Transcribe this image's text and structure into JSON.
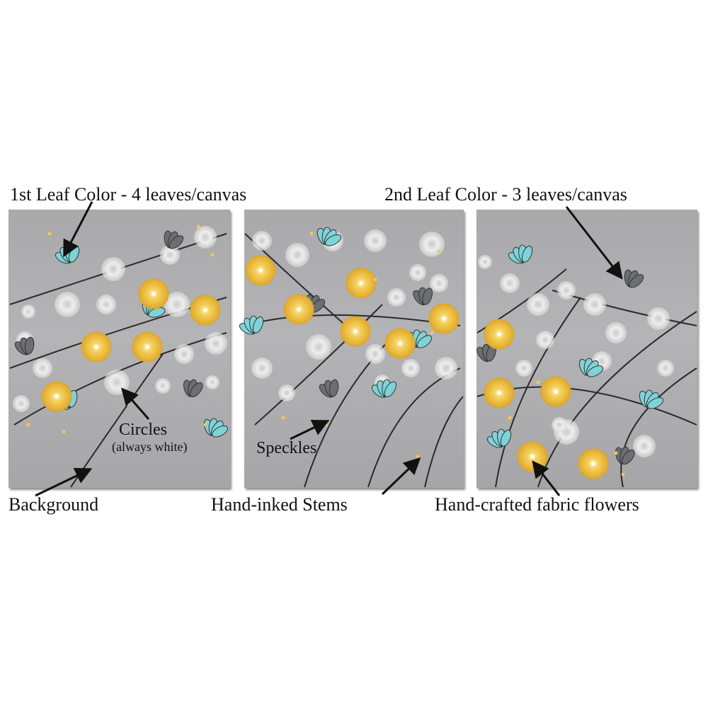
{
  "annotations": {
    "leaf1": "1st Leaf Color - 4 leaves/canvas",
    "leaf2": "2nd Leaf Color - 3 leaves/canvas",
    "circles": "Circles",
    "circles_note": "(always white)",
    "speckles": "Speckles",
    "background": "Background",
    "stems": "Hand-inked Stems",
    "flowers": "Hand-crafted fabric flowers"
  },
  "colors": {
    "background": "#ababad",
    "leaf1": "#7fd3d8",
    "leaf2": "#6b6e73",
    "flower": "#f2c94c",
    "circle": "#f2f2f2",
    "stem": "#2a2a2a"
  }
}
